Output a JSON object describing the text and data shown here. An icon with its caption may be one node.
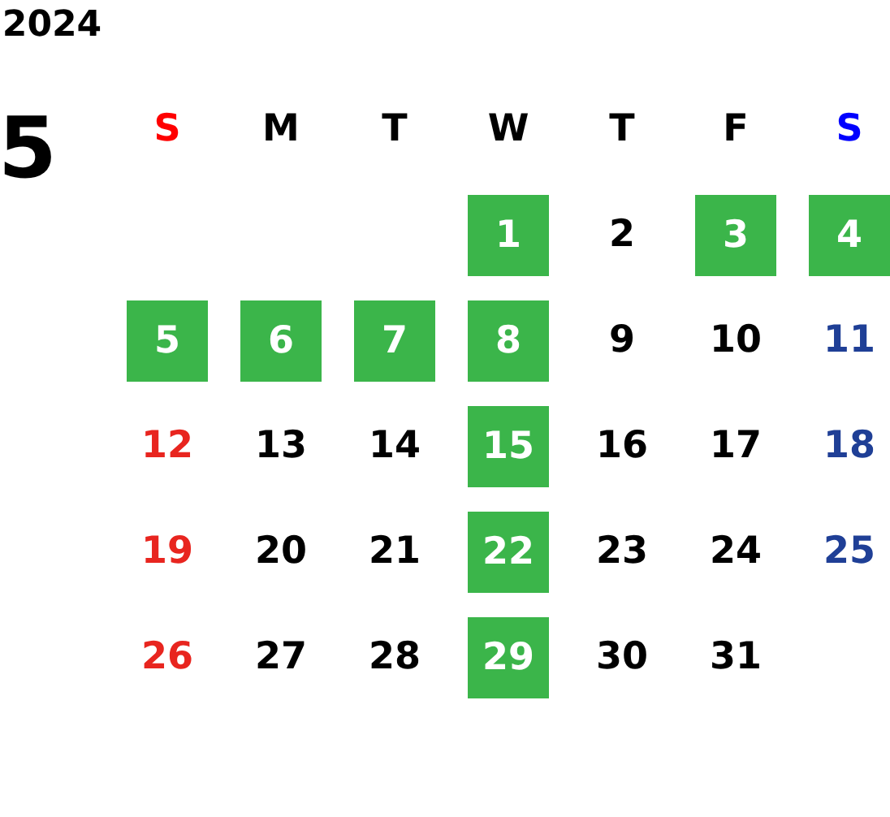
{
  "diagram": {
    "nodes": [
      {
        "text": [
          "1"
        ]
      },
      {
        "text": [
          "3"
        ]
      },
      {
        "text": [
          "4"
        ]
      },
      {
        "text": [
          "5"
        ]
      },
      {
        "text": [
          "6"
        ]
      },
      {
        "text": [
          "7"
        ]
      },
      {
        "text": [
          "8"
        ]
      },
      {
        "text": [
          "15"
        ]
      },
      {
        "text": [
          "22"
        ]
      },
      {
        "text": [
          "29"
        ]
      }
    ],
    "labels": [
      "2024",
      "5",
      "S",
      "M",
      "T",
      "W",
      "T",
      "F",
      "S",
      "2",
      "9",
      "10",
      "11",
      "12",
      "13",
      "14",
      "16",
      "17",
      "18",
      "19",
      "20",
      "21",
      "23",
      "24",
      "25",
      "26",
      "27",
      "28",
      "30",
      "31"
    ]
  }
}
